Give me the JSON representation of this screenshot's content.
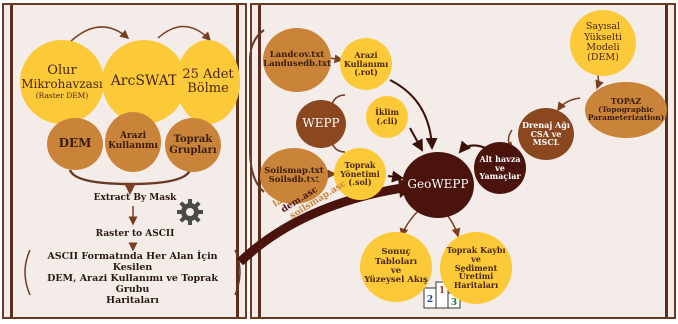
{
  "left": {
    "olur": {
      "line1": "Olur",
      "line2": "Mikrohavzası",
      "line3": "(Raster DEM)"
    },
    "arcswat": "ArcSWAT",
    "bolme": {
      "line1": "25 Adet",
      "line2": "Bölme"
    },
    "dem": "DEM",
    "arazi": {
      "line1": "Arazi",
      "line2": "Kullanımı"
    },
    "toprak": {
      "line1": "Toprak",
      "line2": "Grupları"
    },
    "extract": "Extract By Mask",
    "raster": "Raster to ASCII",
    "ascii": {
      "line1": "ASCII Formatında Her Alan İçin Kesilen",
      "line2": "DEM, Arazi Kullanımı ve Toprak Grubu",
      "line3": "Haritaları"
    }
  },
  "right": {
    "landcov": {
      "line1": "Landcov.txt",
      "line2": "Landusedb.txt"
    },
    "arazi_rot": {
      "line1": "Arazi",
      "line2": "Kullanımı",
      "line3": "(.rot)"
    },
    "wepp": "WEPP",
    "iklim": {
      "line1": "İklim",
      "line2": "(.cli)"
    },
    "soilsmap": {
      "line1": "Soilsmap.txt",
      "line2": "Soilsdb.txt"
    },
    "toprak_yon": {
      "line1": "Toprak",
      "line2": "Yönetimi",
      "line3": "(.sol)"
    },
    "geowepp": "GeoWEPP",
    "sayisal": {
      "line1": "Sayısal",
      "line2": "Yükselti",
      "line3": "Modeli",
      "line4": "(DEM)"
    },
    "topaz": {
      "line1": "TOPAZ",
      "line2": "(Topographic",
      "line3": "Parameterization)"
    },
    "drenaj": {
      "line1": "Drenaj Ağı",
      "line2": "CSA ve MSCL"
    },
    "alt": {
      "line1": "Alt havza",
      "line2": "ve",
      "line3": "Yamaçlar"
    },
    "sonuc": {
      "line1": "Sonuç Tabloları",
      "line2": "ve",
      "line3": "Yüzeysel Akış"
    },
    "kayip": {
      "line1": "Toprak Kaybı",
      "line2": "ve",
      "line3": "Sediment Üretimi",
      "line4": "Haritaları"
    },
    "podium": [
      "1",
      "2",
      "3"
    ]
  },
  "asc_files": [
    "landcov.asc",
    "dem.asc",
    "soilsmap.asc"
  ]
}
